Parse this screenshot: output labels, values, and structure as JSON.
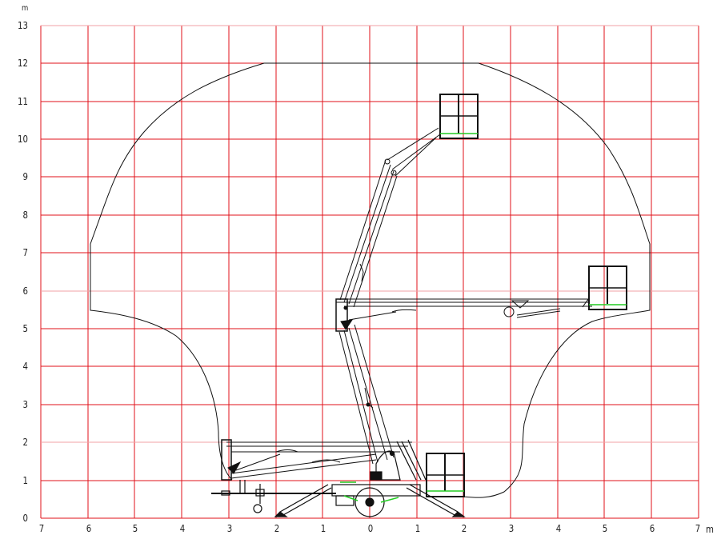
{
  "diagram": {
    "title": "",
    "units": {
      "y_unit": "m",
      "x_unit": "m"
    },
    "grid": {
      "major_color": "#e0101a",
      "light_color": "#f2a0a4",
      "light_rows": [
        2,
        6
      ]
    },
    "y_axis": {
      "labels": [
        "0",
        "1",
        "2",
        "3",
        "4",
        "5",
        "6",
        "7",
        "8",
        "9",
        "10",
        "11",
        "12",
        "13"
      ]
    },
    "x_axis": {
      "labels": [
        "7",
        "6",
        "5",
        "4",
        "3",
        "2",
        "1",
        "0",
        "1",
        "2",
        "3",
        "4",
        "5",
        "6",
        "7"
      ]
    },
    "colors": {
      "line": "#111111",
      "accent_green": "#22cc22",
      "envelope": "#111111"
    },
    "elements": {
      "envelope": "Working range envelope curve",
      "basket_high": "Platform basket at ~10-11 m height, ~1.5-2.3 m outreach",
      "basket_mid": "Platform basket at ~5.5-6.5 m height, ~4.6-5.4 m outreach",
      "basket_low": "Stowed platform basket at ~0.6-1.4 m height, ~1.3-2 m",
      "chassis": "Trailer chassis with wheel, drawbar and outriggers"
    }
  }
}
